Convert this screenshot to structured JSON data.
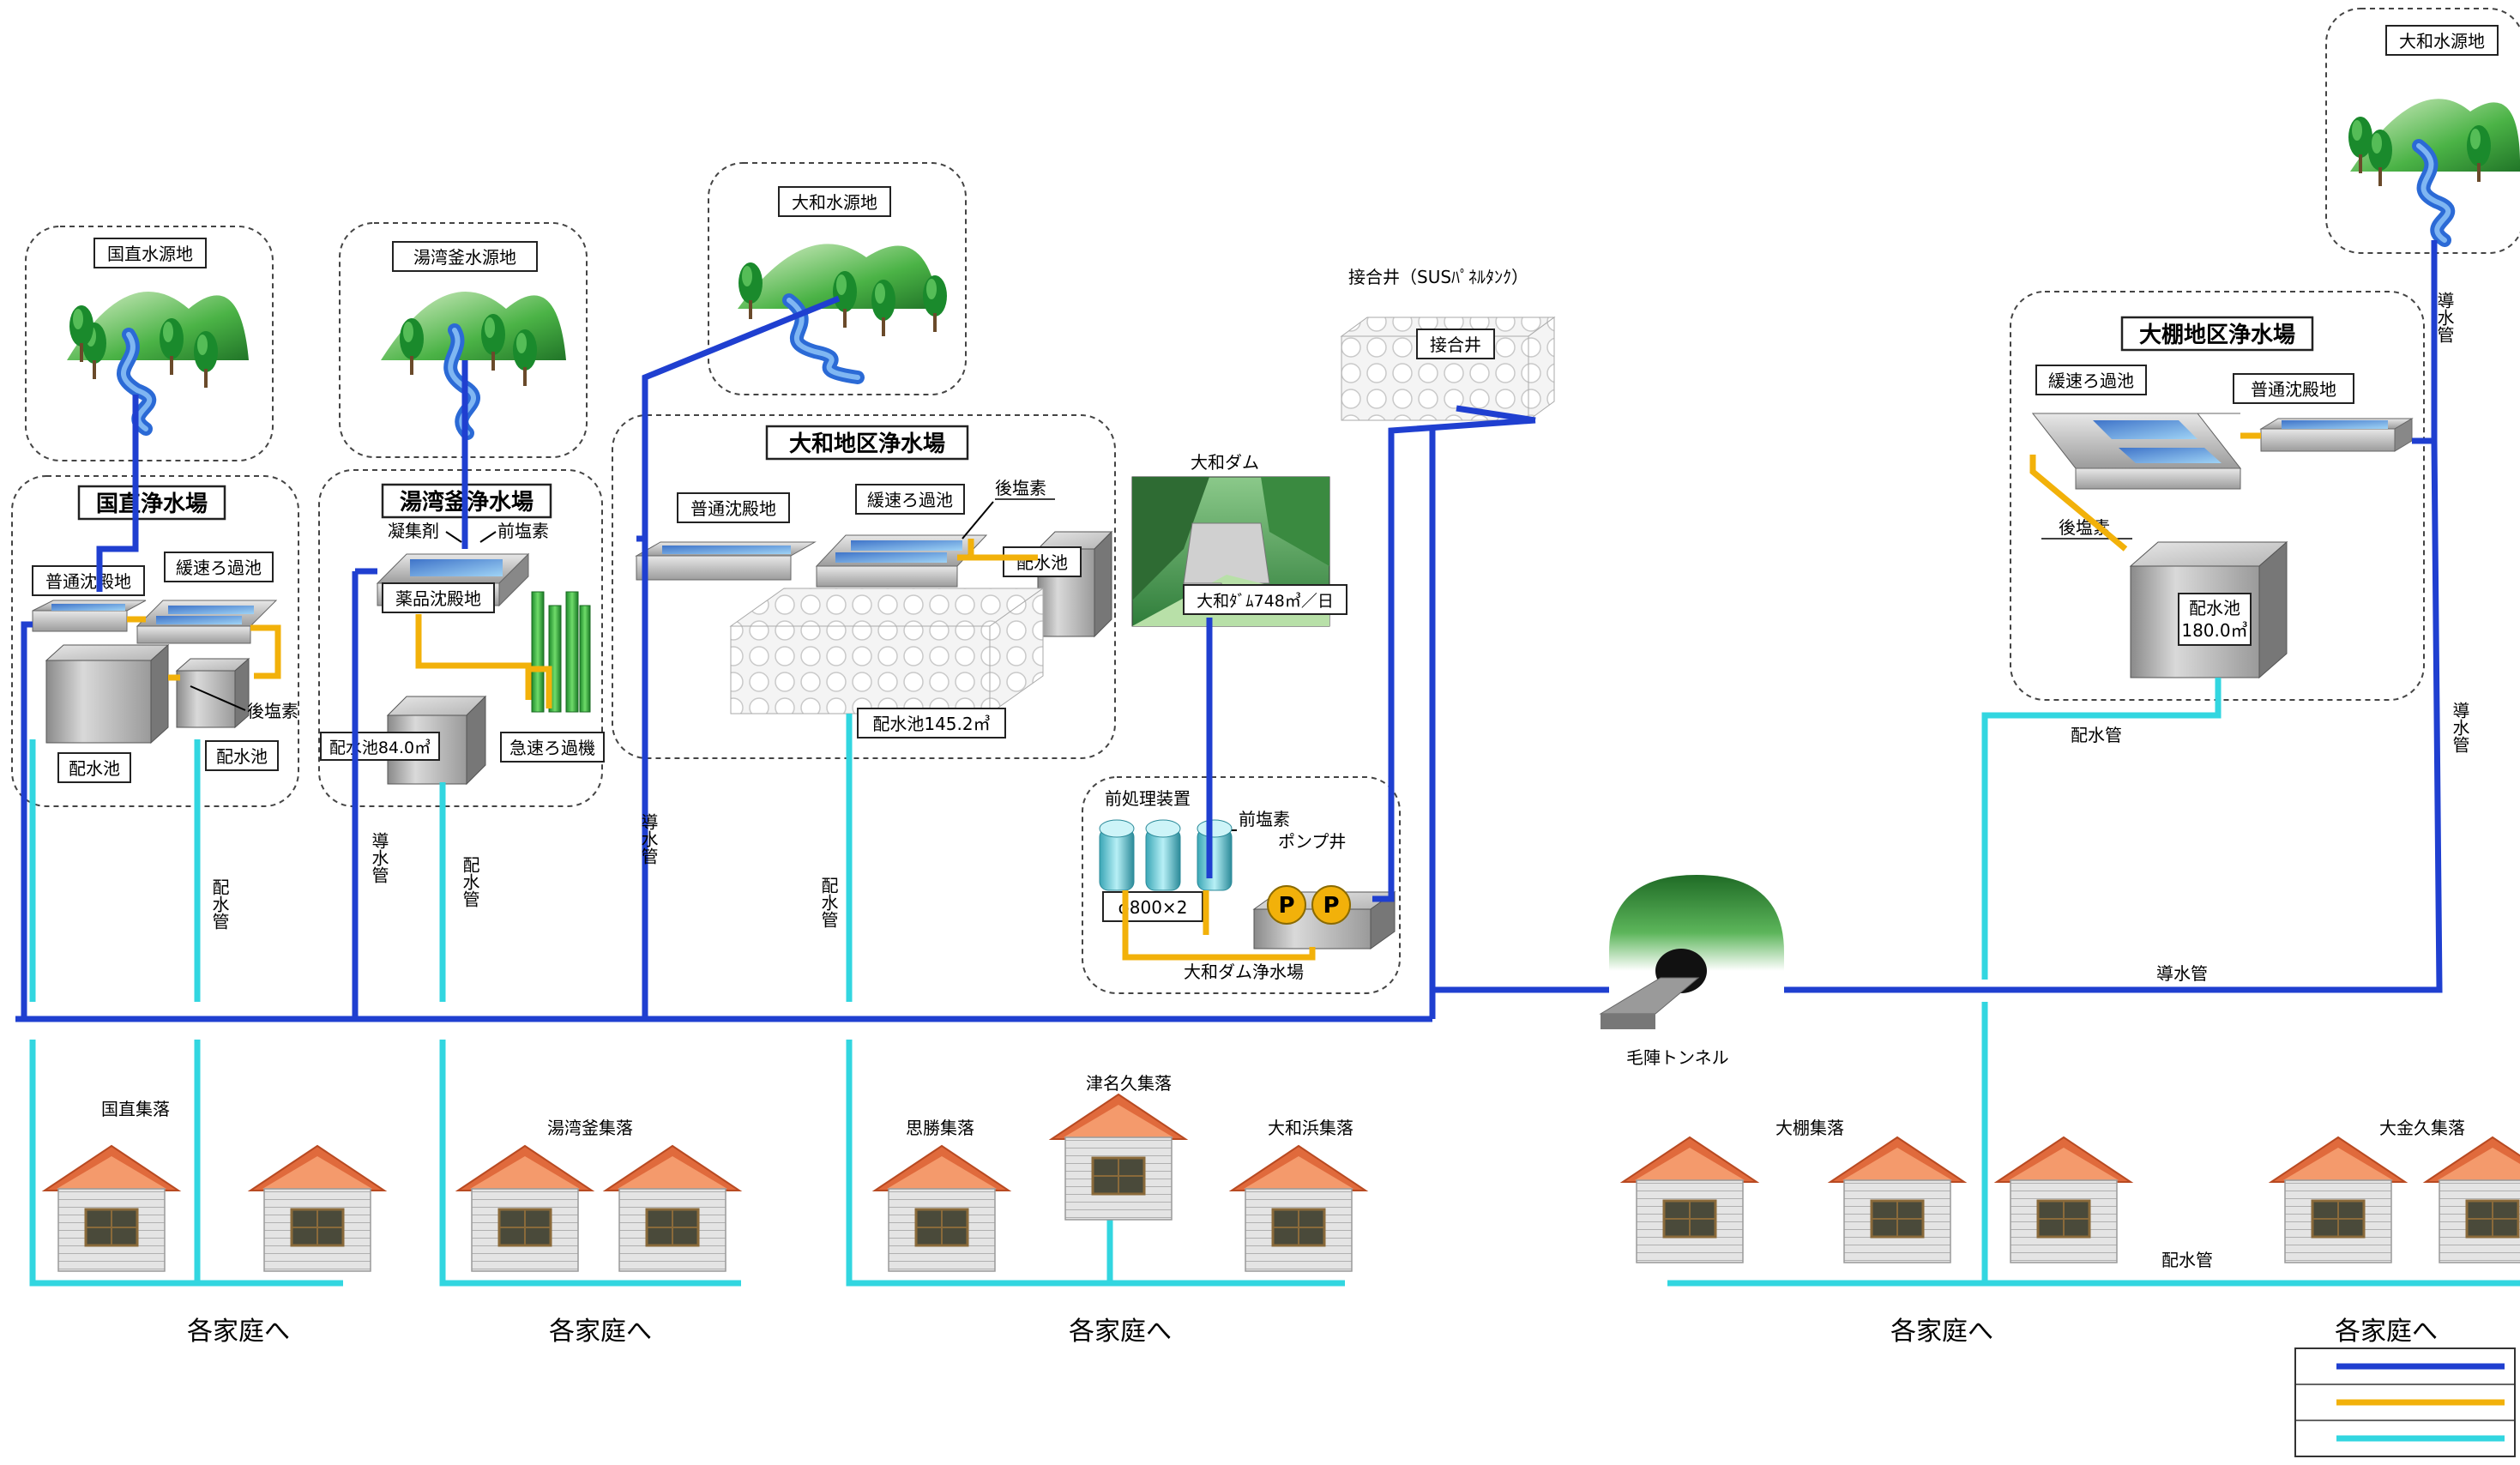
{
  "colors": {
    "raw_pipe": "#1f3fd0",
    "chem_pipe": "#f2b10a",
    "dist_pipe": "#32d6e0",
    "box_border": "#333333"
  },
  "plants": {
    "kunnao": {
      "source_title": "国直水源地",
      "plant_title": "国直浄水場",
      "sed_basin": "普通沈殿地",
      "slow_filter": "緩速ろ過池",
      "post_chlorine": "後塩素",
      "reservoir_a": "配水池",
      "reservoir_b": "配水池"
    },
    "yuwanba": {
      "source_title": "湯湾釜水源地",
      "plant_title": "湯湾釜浄水場",
      "coagulant": "凝集剤",
      "pre_chlorine": "前塩素",
      "chem_sed": "薬品沈殿地",
      "reservoir": "配水池84.0㎥",
      "rapid_filter": "急速ろ過機"
    },
    "yamato": {
      "source_title": "大和水源地",
      "plant_title": "大和地区浄水場",
      "sed_basin": "普通沈殿地",
      "slow_filter": "緩速ろ過池",
      "post_chlorine": "後塩素",
      "reservoir": "配水池",
      "tank_label": "配水池145.2㎥"
    },
    "joint_well": {
      "caption": "接合井（SUSﾊﾟﾈﾙﾀﾝｸ）",
      "label": "接合井"
    },
    "dam": {
      "title": "大和ダム",
      "capacity": "大和ﾀﾞﾑ748㎥／日"
    },
    "dam_plant": {
      "pretreat": "前処理装置",
      "pre_chlorine": "前塩素",
      "pump_well": "ポンプ井",
      "pipe_spec": "φ800×2",
      "title": "大和ダム浄水場",
      "pump_glyph": "P"
    },
    "ohtana": {
      "source_title": "大和水源地",
      "plant_title": "大棚地区浄水場",
      "slow_filter": "緩速ろ過池",
      "sed_basin": "普通沈殿地",
      "post_chlorine": "後塩素",
      "reservoir_line1": "配水池",
      "reservoir_line2": "180.0㎥"
    }
  },
  "pipe_labels": {
    "raw": "導水管",
    "dist": "配水管"
  },
  "tunnel": "毛陣トンネル",
  "villages": {
    "kunnao": "国直集落",
    "yuwanba": "湯湾釜集落",
    "shikachi": "思勝集落",
    "tsunaku": "津名久集落",
    "yamatohama": "大和浜集落",
    "ohtana": "大棚集落",
    "ohganeku": "大金久集落"
  },
  "to_homes": "各家庭へ",
  "legend": {
    "raw_line_color": "#1f3fd0",
    "chem_line_color": "#f2b10a",
    "dist_line_color": "#32d6e0"
  }
}
